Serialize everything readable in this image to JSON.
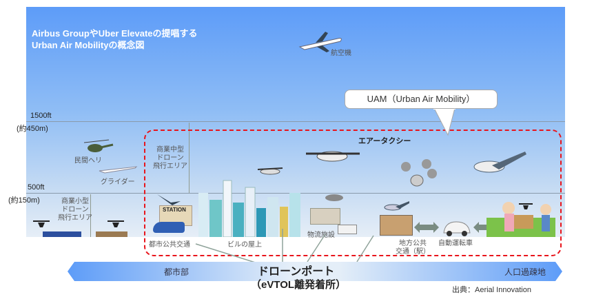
{
  "title": {
    "line1": "Airbus GroupやUber Elevateの提唱する",
    "line2": "Urban Air Mobilityの概念図"
  },
  "altitudes": {
    "high_ft": "1500ft",
    "high_m": "(約450m)",
    "low_ft": "500ft",
    "low_m": "(約150m)"
  },
  "labels": {
    "airplane": "航空機",
    "helicopter": "民間ヘリ",
    "glider": "グライダー",
    "mid_drone": "商業中型\nドローン\n飛行エリア",
    "small_drone": "商業小型\nドローン\n飛行エリア",
    "air_taxi": "エアータクシー",
    "urban_transit": "都市公共交通",
    "rooftop": "ビルの屋上",
    "logistics": "物流施設",
    "rural_station": "地方公共\n交通（駅）",
    "autonomous_car": "自動運転車",
    "station_sign": "STATION"
  },
  "callout": "UAM（Urban Air Mobility）",
  "band": {
    "left": "都市部",
    "right": "人口過疎地"
  },
  "droneport": {
    "line1": "ドローンポート",
    "line2": "（eVTOL離発着所）"
  },
  "source": "出典：Aerial Innovation",
  "colors": {
    "red": "#e8141b",
    "sky": "#5d9cf8"
  }
}
